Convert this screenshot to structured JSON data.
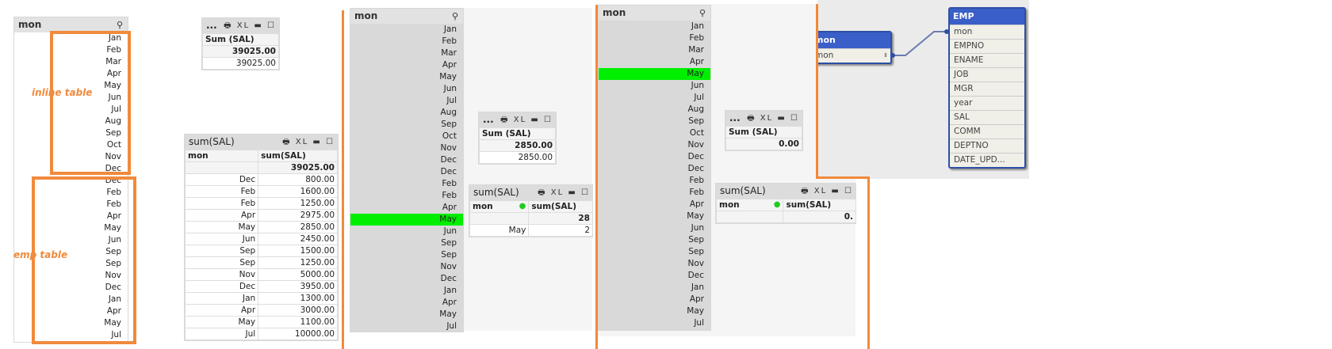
{
  "listbox": {
    "title": "mon",
    "search_icon": "magnifier",
    "items": [
      "Jan",
      "Feb",
      "Mar",
      "Apr",
      "May",
      "Jun",
      "Jul",
      "Aug",
      "Sep",
      "Oct",
      "Nov",
      "Dec",
      "Dec",
      "Feb",
      "Feb",
      "Apr",
      "May",
      "Jun",
      "Sep",
      "Sep",
      "Nov",
      "Dec",
      "Jan",
      "Apr",
      "May",
      "Jul"
    ]
  },
  "annotations": {
    "inline": "inline table",
    "emp": "emp table"
  },
  "icons": {
    "print": "🖶",
    "xl": "XL",
    "min": "▬",
    "max": "☐"
  },
  "panel1": {
    "small": {
      "title": "...",
      "col": "Sum (SAL)",
      "total": "39025.00",
      "value": "39025.00"
    },
    "table": {
      "title": "sum(SAL)",
      "cols": [
        "mon",
        "sum(SAL)"
      ],
      "total": "39025.00",
      "rows": [
        [
          "Dec",
          "800.00"
        ],
        [
          "Feb",
          "1600.00"
        ],
        [
          "Feb",
          "1250.00"
        ],
        [
          "Apr",
          "2975.00"
        ],
        [
          "May",
          "2850.00"
        ],
        [
          "Jun",
          "2450.00"
        ],
        [
          "Sep",
          "1500.00"
        ],
        [
          "Sep",
          "1250.00"
        ],
        [
          "Nov",
          "5000.00"
        ],
        [
          "Dec",
          "3950.00"
        ],
        [
          "Jan",
          "1300.00"
        ],
        [
          "Apr",
          "3000.00"
        ],
        [
          "May",
          "1100.00"
        ],
        [
          "Jul",
          "10000.00"
        ]
      ]
    }
  },
  "panel2": {
    "selected_index": 16,
    "small": {
      "title": "...",
      "col": "Sum (SAL)",
      "total": "2850.00",
      "value": "2850.00"
    },
    "table": {
      "title": "sum(SAL)",
      "cols": [
        "mon",
        "sum(SAL)"
      ],
      "total": "28",
      "rows": [
        [
          "May",
          "2"
        ]
      ]
    }
  },
  "panel3": {
    "selected_index": 4,
    "small": {
      "title": "...",
      "col": "Sum (SAL)",
      "total": "0.00"
    },
    "table": {
      "title": "sum(SAL)",
      "cols": [
        "mon",
        "sum(SAL)"
      ],
      "total": "0."
    }
  },
  "diagram": {
    "mon_table": {
      "title": "mon",
      "fields": [
        "mon"
      ]
    },
    "emp_table": {
      "title": "EMP",
      "fields": [
        "mon",
        "EMPNO",
        "ENAME",
        "JOB",
        "MGR",
        "year",
        "SAL",
        "COMM",
        "DEPTNO",
        "DATE_UPD..."
      ]
    }
  },
  "colors": {
    "accent": "#f08a3c",
    "selected": "#00ee00",
    "diagram_header": "#3a5fc8"
  }
}
